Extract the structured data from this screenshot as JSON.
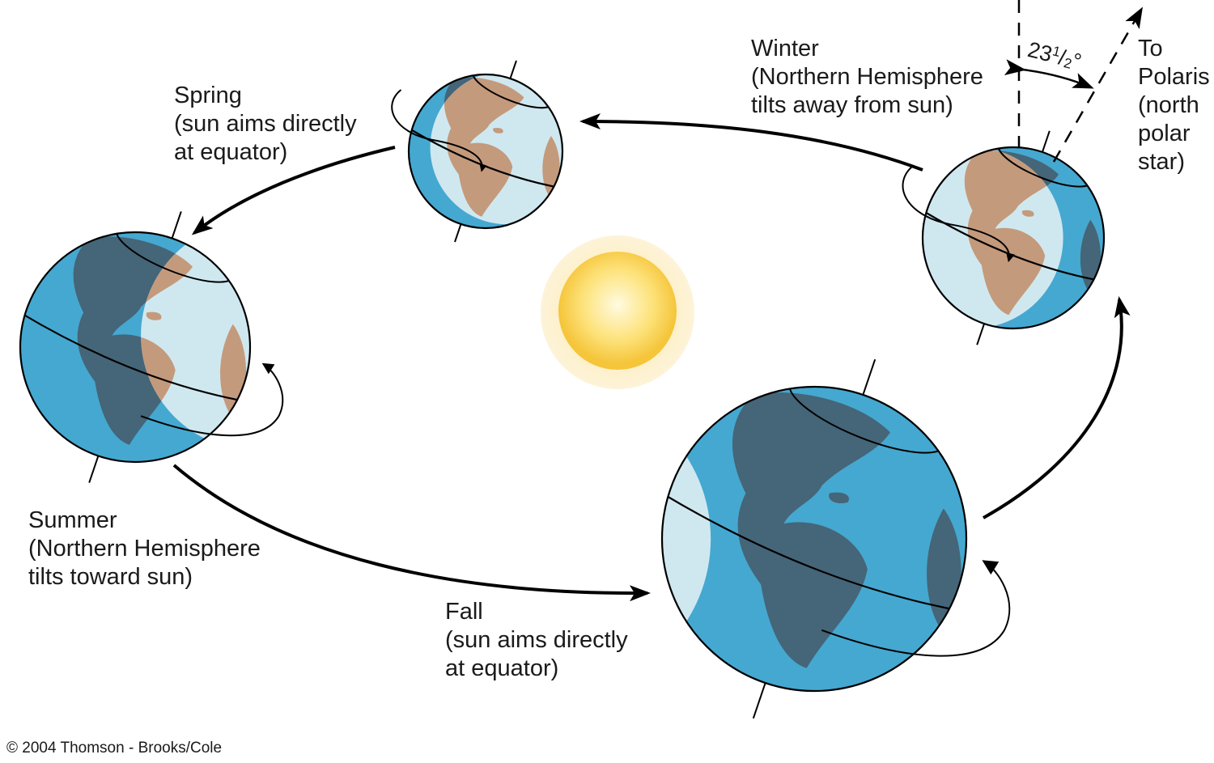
{
  "colors": {
    "ocean": "#45a8d0",
    "night_land": "#456578",
    "day_ocean": "#cfe8f0",
    "day_land": "#c49a7c",
    "sun": "#fbd34a"
  },
  "seasons": {
    "spring": {
      "title": "Spring",
      "line1": "(sun aims directly",
      "line2": "at equator)"
    },
    "winter": {
      "title": "Winter",
      "line1": "(Northern Hemisphere",
      "line2": "tilts away from sun)"
    },
    "summer": {
      "title": "Summer",
      "line1": "(Northern Hemisphere",
      "line2": "tilts toward sun)"
    },
    "fall": {
      "title": "Fall",
      "line1": "(sun aims directly",
      "line2": "at equator)"
    }
  },
  "tilt": {
    "whole": "23",
    "num": "1",
    "den": "2",
    "unit": "°"
  },
  "polaris": {
    "l1": "To",
    "l2": "Polaris",
    "l3": "(north",
    "l4": "polar",
    "l5": "star)"
  },
  "copyright": "© 2004 Thomson - Brooks/Cole"
}
